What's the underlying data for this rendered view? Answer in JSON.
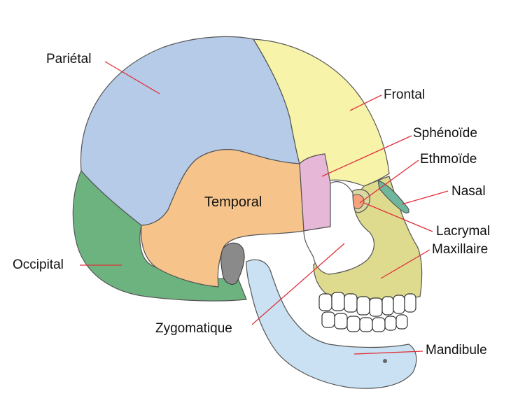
{
  "labels": {
    "parietal": "Pariétal",
    "frontal": "Frontal",
    "sphenoide": "Sphénoïde",
    "ethmoide": "Ethmoïde",
    "nasal": "Nasal",
    "temporal": "Temporal",
    "lacrymal": "Lacrymal",
    "maxillaire": "Maxillaire",
    "occipital": "Occipital",
    "zygomatique": "Zygomatique",
    "mandibule": "Mandibule"
  },
  "colors": {
    "parietal": "#b6cbe8",
    "frontal": "#f7f3a8",
    "sphenoide": "#e7b7d7",
    "ethmoide": "#f4a37d",
    "nasal": "#6fb79c",
    "temporal": "#f6c48a",
    "lacrymal": "#d8d8a0",
    "maxillaire": "#dedb8e",
    "occipital": "#6db37f",
    "zygomatique": "#ffffff",
    "mandibule": "#c9e1f2",
    "outline": "#555555",
    "leader": "#e0313b"
  }
}
